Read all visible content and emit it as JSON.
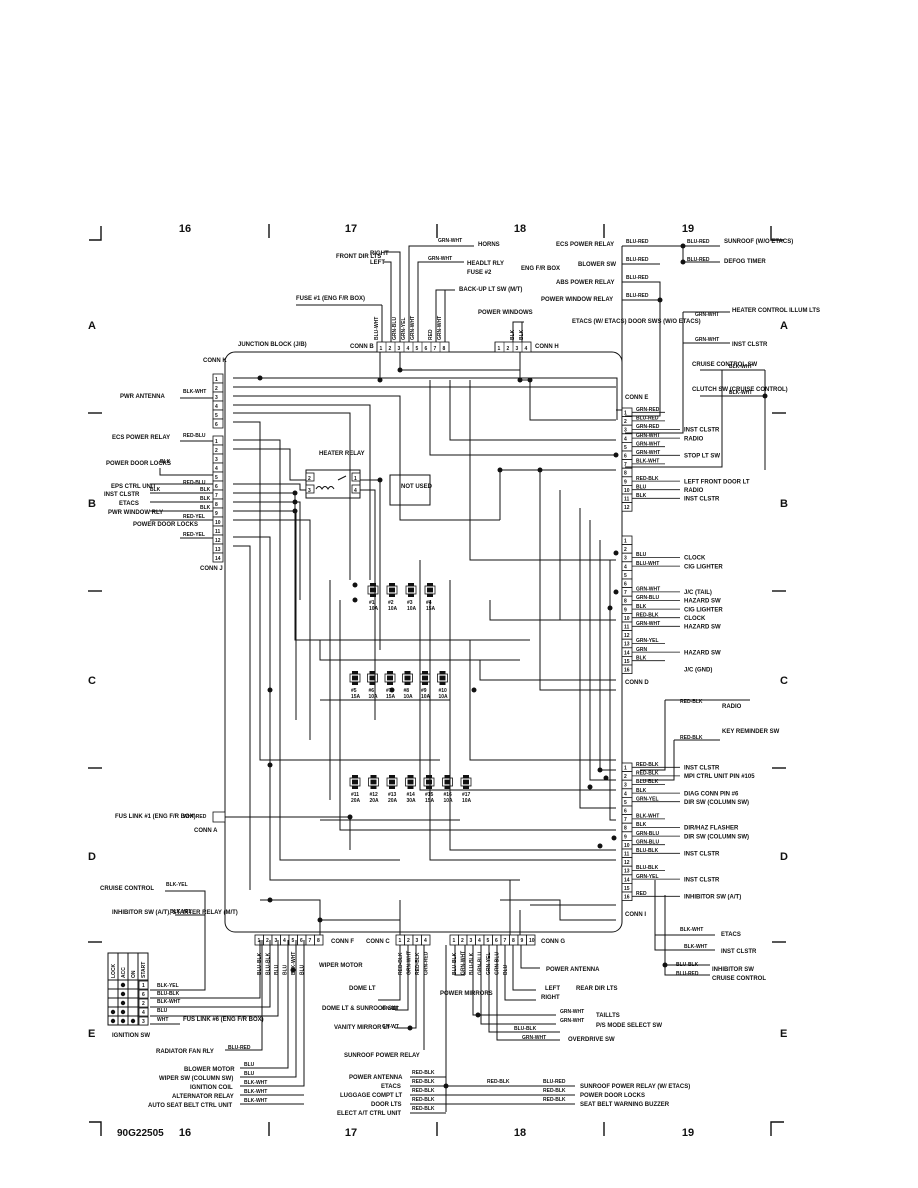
{
  "grid": {
    "columns": [
      "16",
      "17",
      "18",
      "19"
    ],
    "rows": [
      "A",
      "B",
      "C",
      "D",
      "E"
    ]
  },
  "figure_id": "90G22505",
  "junction_block": {
    "title": "JUNCTION BLOCK (J/B)",
    "conn_labels": {
      "k": "CONN K",
      "j": "CONN J",
      "a": "CONN A",
      "b": "CONN B",
      "h": "CONN H",
      "e": "CONN E",
      "d": "CONN D",
      "i": "CONN I",
      "f": "CONN F",
      "c": "CONN C",
      "g": "CONN G"
    },
    "heater_relay": "HEATER RELAY",
    "not_used": "NOT USED",
    "fuses_row1": [
      [
        "#1",
        "10A"
      ],
      [
        "#2",
        "10A"
      ],
      [
        "#3",
        "10A"
      ],
      [
        "#4",
        "15A"
      ]
    ],
    "fuses_row2": [
      [
        "#5",
        "15A"
      ],
      [
        "#6",
        "10A"
      ],
      [
        "#7",
        "15A"
      ],
      [
        "#8",
        "10A"
      ],
      [
        "#9",
        "10A"
      ],
      [
        "#10",
        "10A"
      ]
    ],
    "fuses_row3": [
      [
        "#11",
        "20A"
      ],
      [
        "#12",
        "20A"
      ],
      [
        "#13",
        "20A"
      ],
      [
        "#14",
        "30A"
      ],
      [
        "#15",
        "15A"
      ],
      [
        "#16",
        "10A"
      ],
      [
        "#17",
        "10A"
      ]
    ]
  },
  "top_left": {
    "front_dir": "FRONT DIR LTS",
    "right": "RIGHT",
    "left": "LEFT",
    "fuse1": "FUSE #1 (ENG F/R BOX)",
    "horns": "HORNS",
    "grn_wht": "GRN-WHT",
    "headlt_rly": "HEADLT RLY",
    "fuse2": "FUSE #2",
    "eng_fr_box": "ENG F/R BOX",
    "backup": "BACK-UP LT SW (M/T)",
    "power_windows": "POWER WINDOWS",
    "conn_b_wires": [
      "BLU-WHT",
      "GRN-BLU",
      "GRN-YEL",
      "GRN-WHT",
      "RED",
      "GRN-WHT"
    ],
    "conn_h_wires": [
      "BLK",
      "BLK"
    ]
  },
  "top_right": {
    "ecs_power_relay": "ECS POWER RELAY",
    "blu_red": "BLU-RED",
    "sunroof_wo_etacs": "SUNROOF (W/O ETACS)",
    "blower_sw": "BLOWER SW",
    "defog_timer": "DEFOG TIMER",
    "abs_power_relay": "ABS POWER RELAY",
    "power_window_relay": "POWER WINDOW RELAY",
    "etacs_door": "ETACS (W/ ETACS) DOOR SWS (W/O ETACS)",
    "heater_control": "HEATER CONTROL ILLUM LTS",
    "inst_clstr": "INST CLSTR",
    "cruise_control_sw": "CRUISE CONTROL SW",
    "clutch_sw": "CLUTCH SW (CRUISE CONTROL)",
    "blk_wht": "BLK-WHT"
  },
  "left_side": {
    "pwr_antenna": "PWR ANTENNA",
    "blk_wht": "BLK-WHT",
    "ecs_power_relay": "ECS POWER RELAY",
    "red_blu": "RED-BLU",
    "power_door_locks": "POWER DOOR LOCKS",
    "blk": "BLK",
    "eps_ctrl_unit": "EPS CTRL UNIT",
    "inst_clstr": "INST CLSTR",
    "etacs": "ETACS",
    "pwr_window_rly": "PWR WINDOW RLY",
    "red_yel": "RED-YEL",
    "power_door_locks2": "POWER DOOR LOCKS",
    "fus_link1": "FUS LINK #1 (ENG F/R BOX)",
    "wht_red": "WHT-RED",
    "cruise_control": "CRUISE CONTROL",
    "blk_yel": "BLK-YEL",
    "inhibitor_sw": "INHIBITOR SW (A/T), STARTER RELAY (M/T)",
    "ignition_sw": "IGNITION SW",
    "fus_link6": "FUS LINK #6 (ENG F/R BOX)",
    "ign_cols": [
      "LOCK",
      "ACC",
      "ON",
      "START"
    ],
    "ign_wires": [
      "BLK-YEL",
      "BLU-BLK",
      "BLK-WHT",
      "BLU",
      "WHT"
    ]
  },
  "conn_e": [
    [
      "1",
      "GRN-RED",
      ""
    ],
    [
      "2",
      "BLU-RED",
      ""
    ],
    [
      "3",
      "GRN-RED",
      "INST CLSTR"
    ],
    [
      "4",
      "GRN-WHT",
      "RADIO"
    ],
    [
      "5",
      "GRN-WHT",
      ""
    ],
    [
      "6",
      "GRN-WHT",
      "STOP LT SW"
    ],
    [
      "7",
      "BLK-WHT",
      ""
    ],
    [
      "8",
      "",
      ""
    ],
    [
      "9",
      "RED-BLK",
      "LEFT FRONT DOOR LT"
    ],
    [
      "10",
      "BLU",
      "RADIO"
    ],
    [
      "11",
      "BLK",
      "INST CLSTR"
    ],
    [
      "12",
      "",
      ""
    ]
  ],
  "conn_d": [
    [
      "1",
      "",
      ""
    ],
    [
      "2",
      "",
      ""
    ],
    [
      "3",
      "BLU",
      "CLOCK"
    ],
    [
      "4",
      "BLU-WHT",
      "CIG LIGHTER"
    ],
    [
      "5",
      "",
      ""
    ],
    [
      "6",
      "",
      ""
    ],
    [
      "7",
      "GRN-WHT",
      "J/C (TAIL)"
    ],
    [
      "8",
      "GRN-BLU",
      "HAZARD SW"
    ],
    [
      "9",
      "BLK",
      "CIG LIGHTER"
    ],
    [
      "10",
      "RED-BLK",
      "CLOCK"
    ],
    [
      "11",
      "GRN-WHT",
      "HAZARD SW"
    ],
    [
      "12",
      "",
      ""
    ],
    [
      "13",
      "GRN-YEL",
      ""
    ],
    [
      "14",
      "GRN",
      "HAZARD SW"
    ],
    [
      "15",
      "BLK",
      ""
    ],
    [
      "16",
      "",
      "J/C (GND)"
    ]
  ],
  "conn_i_top": {
    "radio": "RADIO",
    "red_blk": "RED-BLK",
    "key_reminder": "KEY REMINDER SW"
  },
  "conn_i": [
    [
      "1",
      "RED-BLK",
      "INST CLSTR"
    ],
    [
      "2",
      "RED-BLK",
      "MPI CTRL UNIT PIN #105"
    ],
    [
      "3",
      "BLU-BLK",
      ""
    ],
    [
      "4",
      "BLK",
      "DIAG CONN PIN #6"
    ],
    [
      "5",
      "GRN-YEL",
      "DIR SW (COLUMN SW)"
    ],
    [
      "6",
      "",
      ""
    ],
    [
      "7",
      "BLK-WHT",
      ""
    ],
    [
      "8",
      "BLK",
      "DIR/HAZ FLASHER"
    ],
    [
      "9",
      "GRN-BLU",
      "DIR SW (COLUMN SW)"
    ],
    [
      "10",
      "GRN-BLU",
      ""
    ],
    [
      "11",
      "BLU-BLK",
      "INST CLSTR"
    ],
    [
      "12",
      "",
      ""
    ],
    [
      "13",
      "BLU-BLK",
      ""
    ],
    [
      "14",
      "GRN-YEL",
      "INST CLSTR"
    ],
    [
      "15",
      "",
      ""
    ],
    [
      "16",
      "RED",
      "INHIBITOR SW (A/T)"
    ]
  ],
  "right_bottom": {
    "etacs": "ETACS",
    "inst_clstr": "INST CLSTR",
    "inhibitor_sw": "INHIBITOR SW",
    "cruise_control": "CRUISE CONTROL",
    "blk_wht": "BLK-WHT",
    "blu_blk": "BLU-BLK",
    "blu_red": "BLU-RED"
  },
  "bottom": {
    "conn_f_wires": [
      "BLU-BLK",
      "BLU-BLK",
      "BLU",
      "BLU",
      "BLK-WHT",
      "BLU"
    ],
    "conn_c_wires": [
      "RED-BLK",
      "GRN-WHT",
      "RED-BLK",
      "GRN-RED"
    ],
    "conn_g_wires": [
      "BLU-BLK",
      "GRN-WHT",
      "BLU-BLK",
      "GRN-BLU",
      "GRN-YEL",
      "GRN-BLU",
      "BLU"
    ],
    "wiper_motor": "WIPER MOTOR",
    "dome_lt": "DOME LT",
    "dome_sunroof": "DOME LT & SUNROOF SW",
    "vanity": "VANITY MIRROR LT",
    "sunroof_relay": "SUNROOF POWER RELAY",
    "power_mirrors": "POWER MIRRORS",
    "power_antenna": "POWER ANTENNA",
    "rear_dir": "REAR DIR LTS",
    "left": "LEFT",
    "right": "RIGHT",
    "taillts": "TAILLTS",
    "ps_mode": "P/S MODE SELECT SW",
    "overdrive": "OVERDRIVE SW",
    "radiator_fan": "RADIATOR FAN RLY",
    "blu_red": "BLU-RED",
    "blower_motor": "BLOWER MOTOR",
    "wiper_sw": "WIPER SW (COLUMN SW)",
    "ignition_coil": "IGNITION COIL",
    "alternator_relay": "ALTERNATOR RELAY",
    "auto_seat_belt": "AUTO SEAT BELT CTRL UNIT",
    "power_antenna2": "POWER ANTENNA",
    "etacs": "ETACS",
    "luggage": "LUGGAGE COMPT LT",
    "door_lts": "DOOR LTS",
    "elect_at": "ELECT A/T CTRL UNIT",
    "sunroof_power_relay_w": "SUNROOF POWER RELAY (W/ ETACS)",
    "power_door_locks": "POWER DOOR LOCKS",
    "seat_belt_buzzer": "SEAT BELT WARNING BUZZER",
    "gn_wt": "GN-WT",
    "blu": "BLU",
    "blk_wht": "BLK-WHT",
    "red_blk": "RED-BLK",
    "grn_wht": "GRN-WHT",
    "blu_blk": "BLU-BLK"
  }
}
